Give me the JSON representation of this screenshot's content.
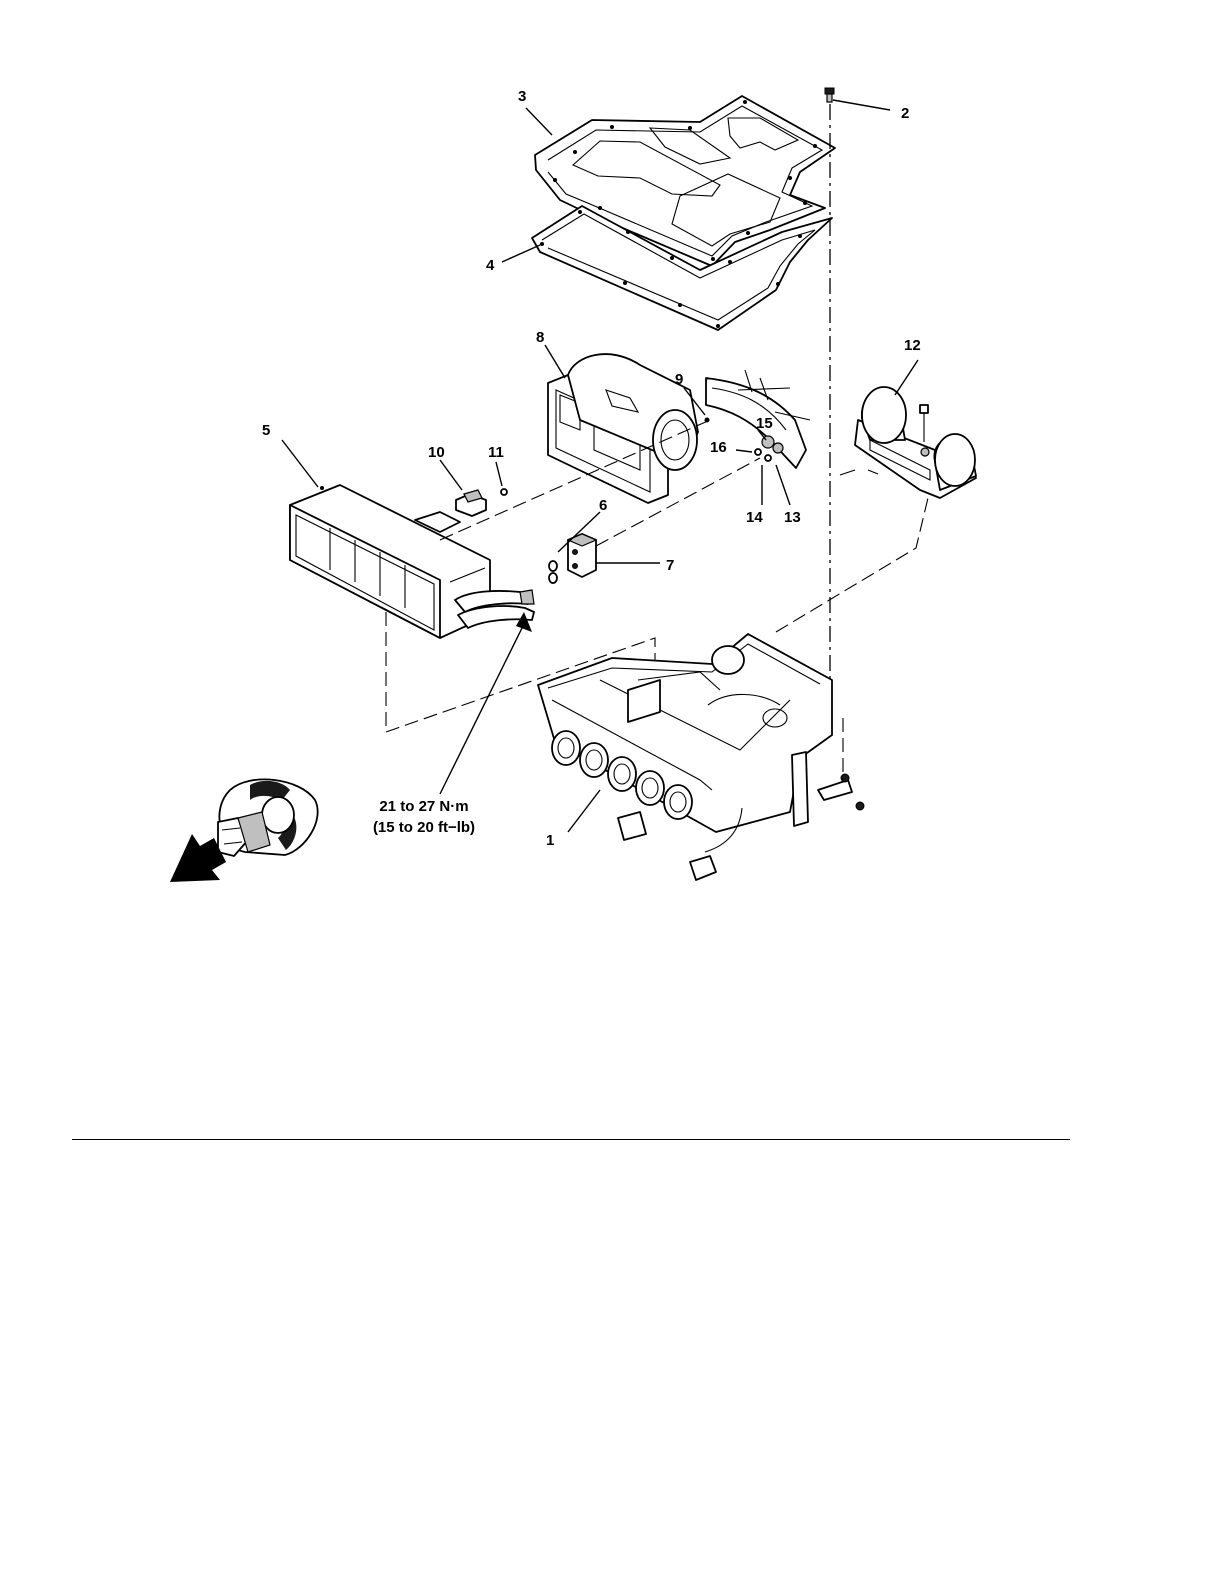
{
  "callouts": [
    {
      "id": "c1",
      "label": "1"
    },
    {
      "id": "c2",
      "label": "2"
    },
    {
      "id": "c3",
      "label": "3"
    },
    {
      "id": "c4",
      "label": "4"
    },
    {
      "id": "c5",
      "label": "5"
    },
    {
      "id": "c6",
      "label": "6"
    },
    {
      "id": "c7",
      "label": "7"
    },
    {
      "id": "c8",
      "label": "8"
    },
    {
      "id": "c9",
      "label": "9"
    },
    {
      "id": "c10",
      "label": "10"
    },
    {
      "id": "c11",
      "label": "11"
    },
    {
      "id": "c12",
      "label": "12"
    },
    {
      "id": "c13",
      "label": "13"
    },
    {
      "id": "c14",
      "label": "14"
    },
    {
      "id": "c15",
      "label": "15"
    },
    {
      "id": "c16",
      "label": "16"
    }
  ],
  "torque": {
    "line1": "21 to 27 N·m",
    "line2": "(15 to 20 ft−lb)"
  },
  "icons": {
    "orientation": "vehicle-front-orientation-icon"
  }
}
